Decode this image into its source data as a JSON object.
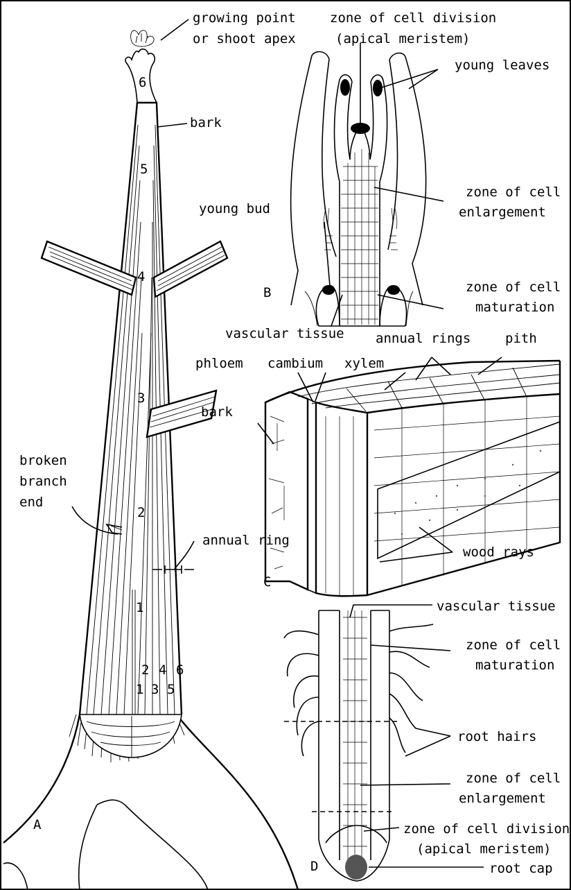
{
  "panels": {
    "a": {
      "letter": "A",
      "labels": {
        "growing_point": "growing point",
        "shoot_apex": "or shoot apex",
        "bark": "bark",
        "broken_1": "broken",
        "broken_2": "branch",
        "broken_3": "end",
        "annual_ring": "annual ring"
      },
      "numerals": {
        "n6": "6",
        "n5": "5",
        "n4": "4",
        "n3": "3",
        "n2": "2",
        "n1": "1",
        "b2": "2",
        "b4": "4",
        "b6": "6",
        "b1": "1",
        "b3": "3",
        "b5": "5"
      }
    },
    "b": {
      "letter": "B",
      "labels": {
        "zcd_1": "zone of cell division",
        "zcd_2": "(apical meristem)",
        "young_leaves": "young leaves",
        "zce_1": "zone of cell",
        "zce_2": "enlargement",
        "young_bud": "young bud",
        "zcm_1": "zone of cell",
        "zcm_2": "maturation",
        "vascular_tissue": "vascular tissue"
      }
    },
    "c": {
      "letter": "C",
      "labels": {
        "annual_rings": "annual rings",
        "pith": "pith",
        "phloem": "phloem",
        "cambium": "cambium",
        "xylem": "xylem",
        "bark": "bark",
        "wood_rays": "wood rays"
      }
    },
    "d": {
      "letter": "D",
      "labels": {
        "vascular_tissue": "vascular tissue",
        "zcm_1": "zone of cell",
        "zcm_2": "maturation",
        "root_hairs": "root hairs",
        "zce_1": "zone of cell",
        "zce_2": "enlargement",
        "zcd_1": "zone of cell division",
        "zcd_2": "(apical meristem)",
        "root_cap": "root cap"
      }
    }
  }
}
